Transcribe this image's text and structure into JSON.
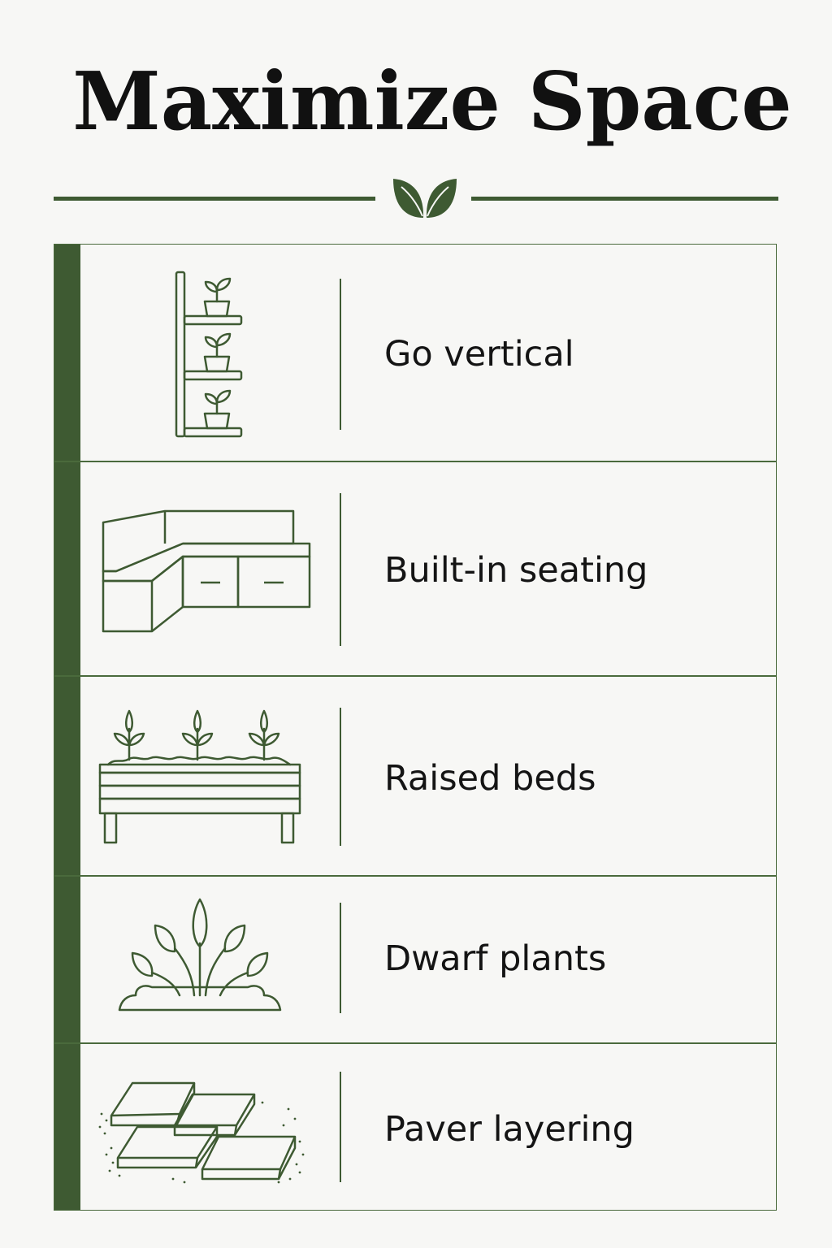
{
  "page": {
    "title": "Maximize Space",
    "accent_color": "#3e5a32",
    "divider_icon": "leaf-icon"
  },
  "items": [
    {
      "label": "Go vertical",
      "icon": "vertical-shelf-planter-icon"
    },
    {
      "label": "Built-in seating",
      "icon": "corner-bench-icon"
    },
    {
      "label": "Raised beds",
      "icon": "raised-bed-icon"
    },
    {
      "label": "Dwarf plants",
      "icon": "dwarf-plant-icon"
    },
    {
      "label": "Paver layering",
      "icon": "pavers-icon"
    }
  ]
}
